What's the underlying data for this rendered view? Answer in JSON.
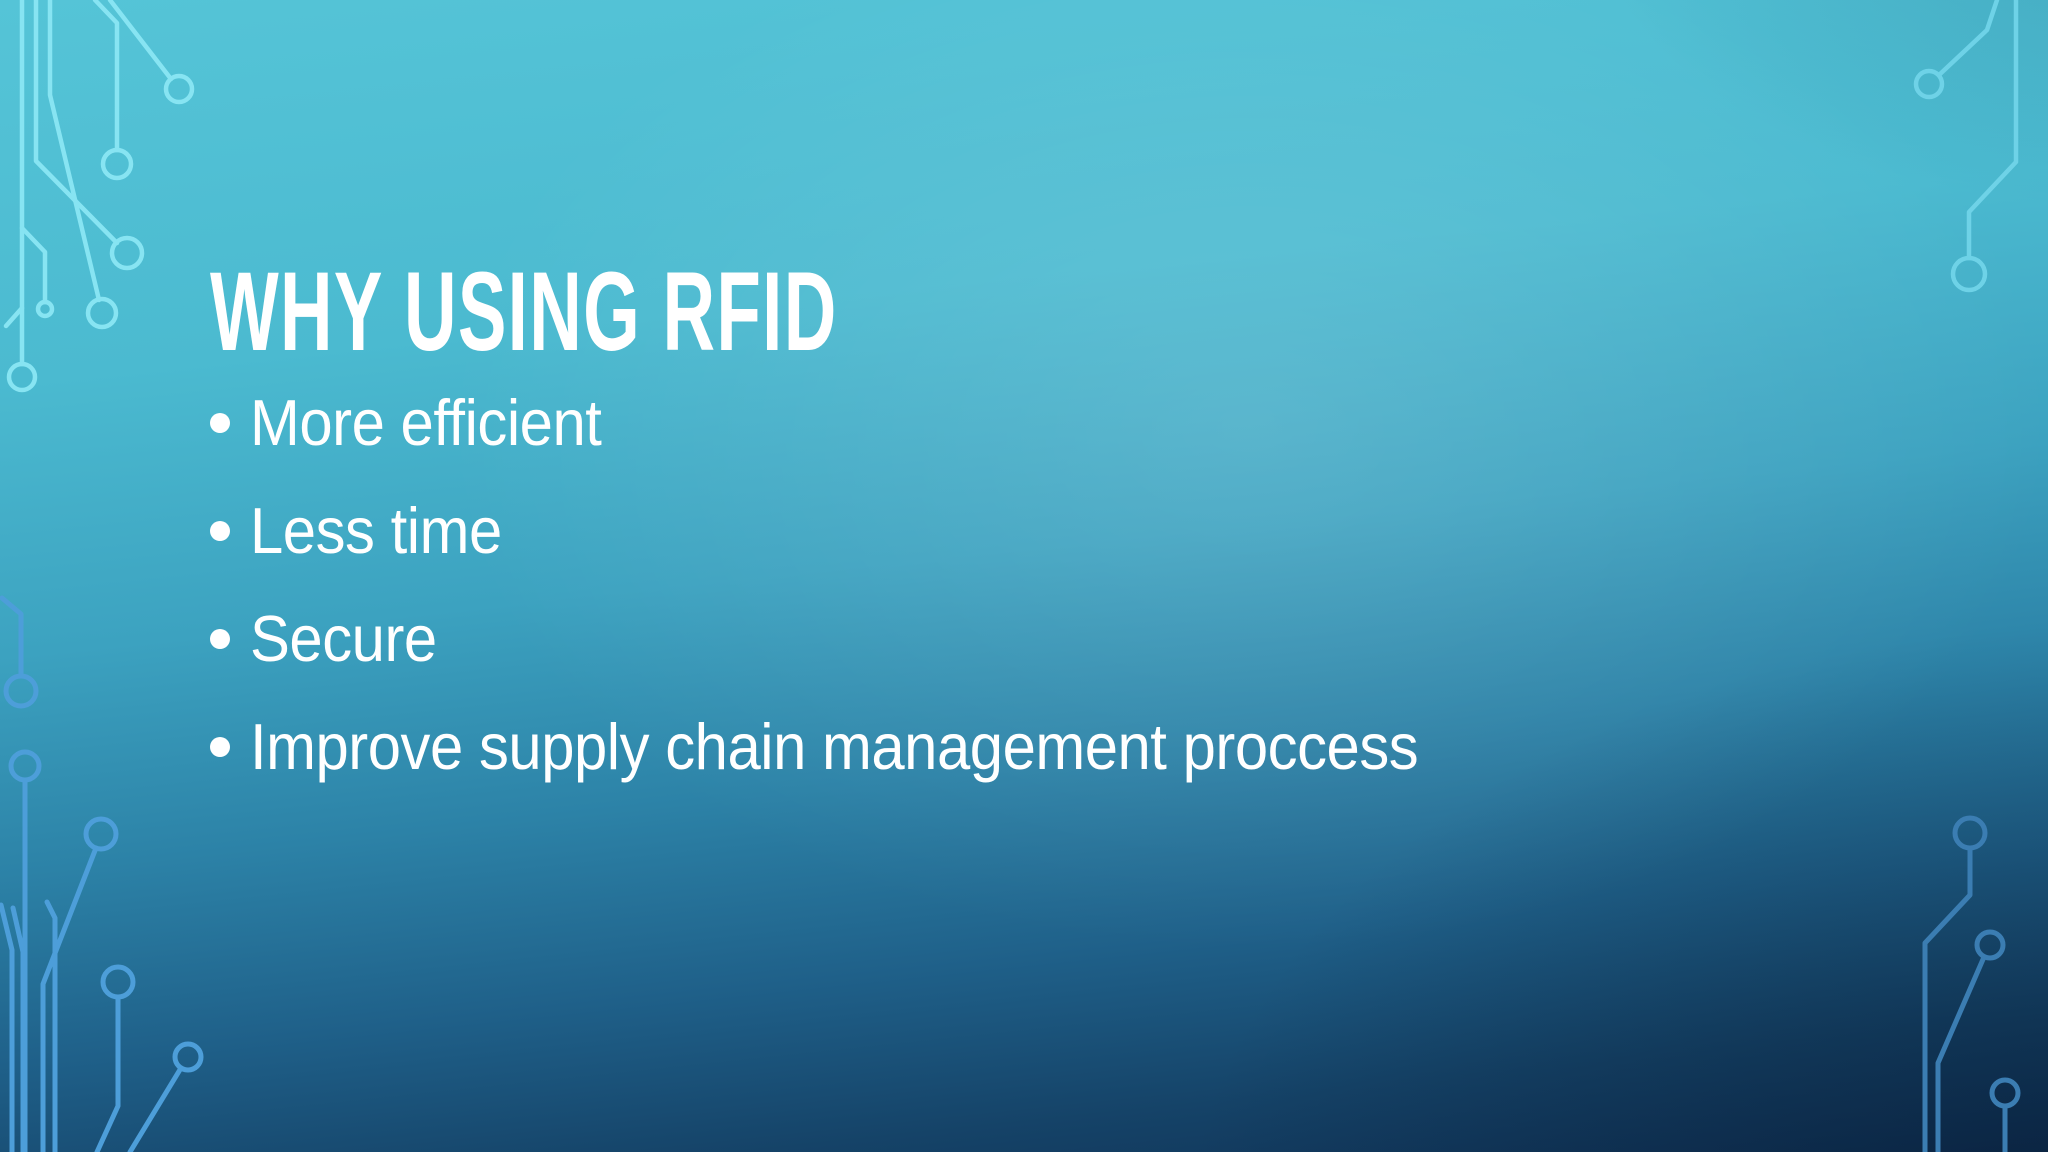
{
  "slide": {
    "title": "WHY USING RFID",
    "bullets": [
      "More efficient",
      "Less time",
      "Secure",
      "Improve supply chain management proccess"
    ]
  },
  "theme": {
    "style_name": "circuit",
    "text_color": "#ffffff",
    "background_top_teal": "#55c4d7",
    "background_bottom_navy": "#0f3054",
    "trace_top_left": "#87e4f2",
    "trace_top_right": "#6ed2e7",
    "trace_bottom_left": "#4d9ed9",
    "trace_bottom_right": "#3b7db2"
  }
}
